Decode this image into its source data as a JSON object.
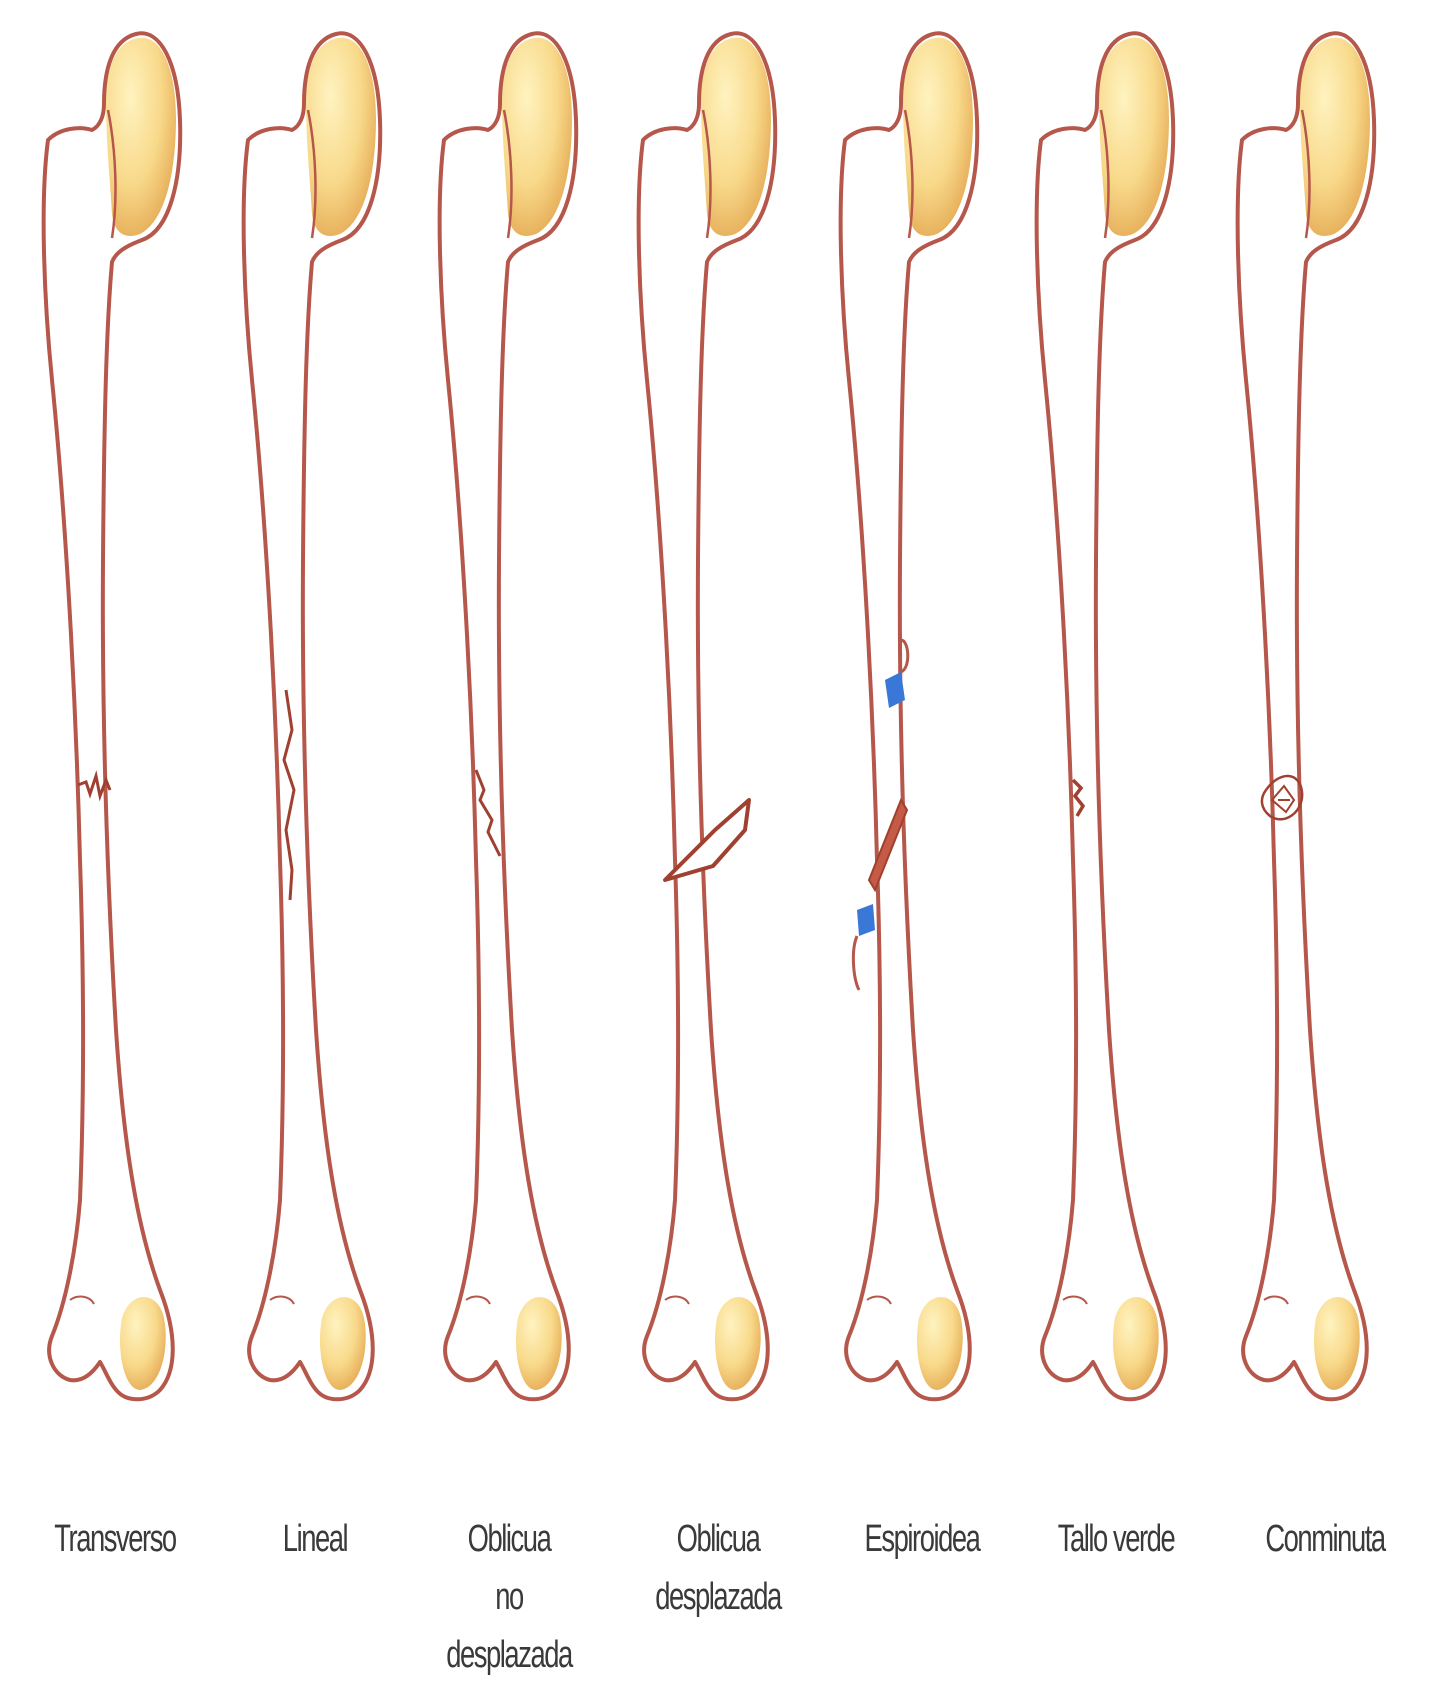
{
  "diagram": {
    "colors": {
      "outline": "#b5574a",
      "crack": "#a04030",
      "cartilage_light": "#fff3c0",
      "cartilage_dark": "#e9b25a",
      "fragment_blue": "#3a78d8",
      "text": "#3a3a3a"
    },
    "bones": [
      {
        "id": "transverso",
        "fracture": "transverse",
        "label_lines": [
          "Transverso"
        ]
      },
      {
        "id": "lineal",
        "fracture": "linear",
        "label_lines": [
          "Lineal"
        ]
      },
      {
        "id": "oblicua-no-desplazada",
        "fracture": "oblique-nondisplaced",
        "label_lines": [
          "Oblicua",
          "no desplazada"
        ]
      },
      {
        "id": "oblicua-desplazada",
        "fracture": "oblique-displaced",
        "label_lines": [
          "Oblicua",
          "desplazada"
        ]
      },
      {
        "id": "espiroidea",
        "fracture": "spiral",
        "label_lines": [
          "Espiroidea"
        ]
      },
      {
        "id": "tallo-verde",
        "fracture": "greenstick",
        "label_lines": [
          "Tallo verde"
        ]
      },
      {
        "id": "conminuta",
        "fracture": "comminuted",
        "label_lines": [
          "Conminuta"
        ]
      }
    ]
  }
}
